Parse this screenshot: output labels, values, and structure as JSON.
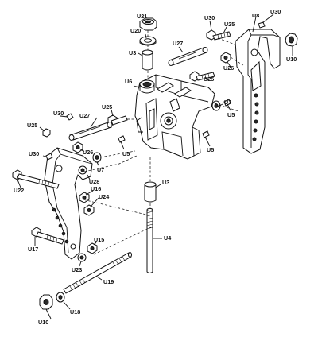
{
  "labels": {
    "U21": "U21",
    "U20": "U20",
    "U3a": "U3",
    "U6": "U6",
    "U30a": "U30",
    "U25a": "U25",
    "U27a": "U27",
    "U26a": "U26",
    "U25b": "U25",
    "U7a": "U7",
    "U5a": "U5",
    "U8": "U8",
    "U30b": "U30",
    "U10a": "U10",
    "U30c": "U30",
    "U25c": "U25",
    "U27b": "U27",
    "U25d": "U25",
    "U26b": "U26",
    "U7b": "U7",
    "U28": "U28",
    "U5b": "U5",
    "U5c": "U5",
    "U30d": "U30",
    "U22": "U22",
    "U16": "U16",
    "U24": "U24",
    "U3b": "U3",
    "U4": "U4",
    "U17": "U17",
    "U15": "U15",
    "U23": "U23",
    "U19": "U19",
    "U18": "U18",
    "U10b": "U10"
  }
}
